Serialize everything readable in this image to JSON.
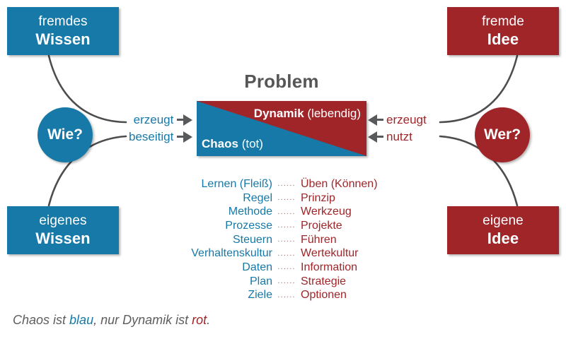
{
  "diagram": {
    "title": "Problem",
    "caption": {
      "part1": "Chaos ist ",
      "blue_word": "blau",
      "part2": ", nur Dynamik ist ",
      "red_word": "rot",
      "part3": "."
    },
    "colors": {
      "blue": "#1779a8",
      "red": "#a02529",
      "title_gray": "#565656",
      "arrow_gray": "#58595b",
      "caption_gray": "#5d5d5d",
      "connector_gray": "#4d4d4d"
    }
  },
  "boxes": {
    "fremdes_wissen": {
      "line1": "fremdes",
      "line2": "Wissen"
    },
    "fremde_idee": {
      "line1": "fremde",
      "line2": "Idee"
    },
    "eigenes_wissen": {
      "line1": "eigenes",
      "line2": "Wissen"
    },
    "eigene_idee": {
      "line1": "eigene",
      "line2": "Idee"
    }
  },
  "circles": {
    "wie": "Wie?",
    "wer": "Wer?"
  },
  "problem_box": {
    "dynamik_bold": "Dynamik",
    "dynamik_rest": " (lebendig)",
    "chaos_bold": "Chaos",
    "chaos_rest": " (tot)"
  },
  "arrows": {
    "left": [
      {
        "label": "erzeugt"
      },
      {
        "label": "beseitigt"
      }
    ],
    "right": [
      {
        "label": "erzeugt"
      },
      {
        "label": "nutzt"
      }
    ]
  },
  "word_pairs": {
    "dots": "......",
    "rows": [
      {
        "left": "Lernen (Fleiß)",
        "right": "Üben (Können)"
      },
      {
        "left": "Regel",
        "right": "Prinzip"
      },
      {
        "left": "Methode",
        "right": "Werkzeug"
      },
      {
        "left": "Prozesse",
        "right": "Projekte"
      },
      {
        "left": "Steuern",
        "right": "Führen"
      },
      {
        "left": "Verhaltenskultur",
        "right": "Wertekultur"
      },
      {
        "left": "Daten",
        "right": "Information"
      },
      {
        "left": "Plan",
        "right": "Strategie"
      },
      {
        "left": "Ziele",
        "right": "Optionen"
      }
    ]
  }
}
